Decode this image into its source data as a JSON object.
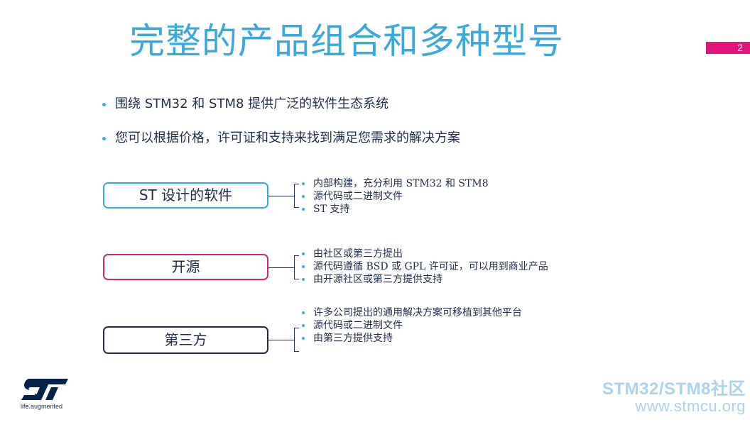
{
  "slide": {
    "title": "完整的产品组合和多种型号",
    "page_number": "2"
  },
  "bullets": [
    "围绕 STM32 和 STM8 提供广泛的软件生态系统",
    "您可以根据价格，许可证和支持来找到满足您需求的解决方案"
  ],
  "groups": [
    {
      "label": "ST 设计的软件",
      "border_color": "#39a9dc",
      "items": [
        "内部构建，充分利用 STM32 和 STM8",
        "源代码或二进制文件",
        "ST 支持"
      ]
    },
    {
      "label": "开源",
      "border_color": "#d6247b",
      "items": [
        "由社区或第三方提出",
        "源代码遵循 BSD 或 GPL 许可证，可以用到商业产品",
        "由开源社区或第三方提供支持"
      ]
    },
    {
      "label": "第三方",
      "border_color": "#1f2d4a",
      "items": [
        "许多公司提出的通用解决方案可移植到其他平台",
        "源代码或二进制文件",
        "由第三方提供支持"
      ]
    }
  ],
  "footer": {
    "logo_icon": "st-logo-icon",
    "logo_tagline": "life.augmented",
    "community_name": "STM32/STM8社区",
    "community_url": "www.stmcu.org"
  }
}
